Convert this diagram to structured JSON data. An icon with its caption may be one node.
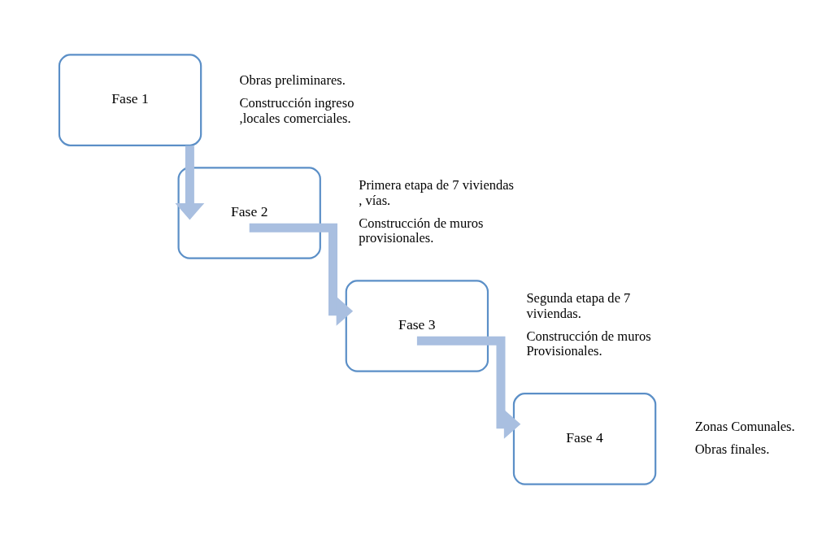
{
  "diagram": {
    "nodes": [
      {
        "text": [
          "Fase 1"
        ],
        "beside": [
          "Obras preliminares.",
          "Construcción ingreso ,locales comerciales."
        ]
      },
      {
        "text": [
          "Fase 2"
        ],
        "beside": [
          "Primera etapa de 7 viviendas , vías.",
          "Construcción de muros provisionales."
        ]
      },
      {
        "text": [
          "Fase 3"
        ],
        "beside": [
          "Segunda etapa de 7 viviendas.",
          "Construcción de muros Provisionales."
        ]
      },
      {
        "text": [
          "Fase 4"
        ],
        "beside": [
          " Zonas Comunales.",
          "Obras finales."
        ]
      }
    ],
    "edges": [
      {
        "from": 0,
        "to": 1,
        "arrow": "to"
      },
      {
        "from": 1,
        "to": 2,
        "arrow": "to"
      },
      {
        "from": 2,
        "to": 3,
        "arrow": "to"
      }
    ]
  }
}
